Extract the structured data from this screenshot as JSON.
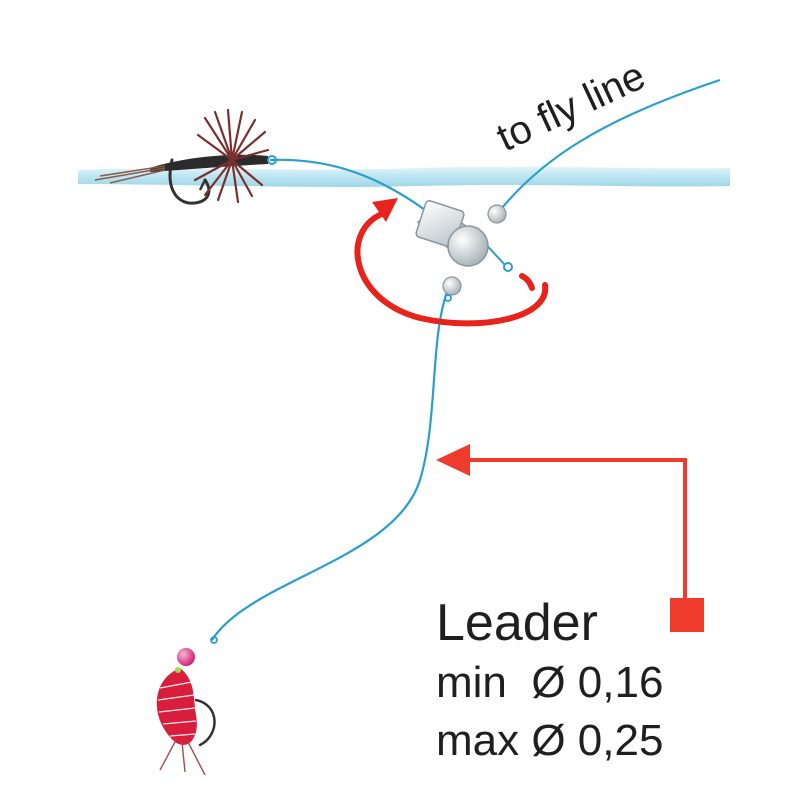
{
  "labels": {
    "fly_line": "to fly line",
    "leader_title": "Leader",
    "min_line": "min  Ø 0,16",
    "max_line": "max Ø 0,25"
  },
  "icons": {
    "dry_fly": "dry-fly-icon",
    "nymph": "nymph-icon",
    "swivel": "swivel-icon",
    "rotation_arrow": "rotation-arrow-icon",
    "pointer_arrow": "pointer-arrow-icon"
  },
  "colors": {
    "line": "#2a9fc9",
    "water": "#bfe6f2",
    "accent_red": "#e8231b",
    "pointer_red": "#ef3b2c",
    "nymph_body": "#d81e3c",
    "bead": "#e23d8b",
    "hackle": "#7a2f2f",
    "text": "#1f1f1f"
  }
}
